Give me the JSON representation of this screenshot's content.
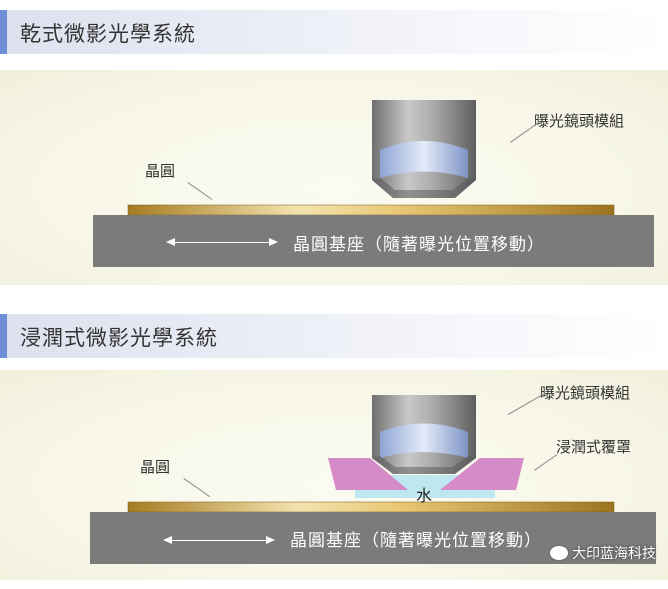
{
  "dry": {
    "title": "乾式微影光學系統",
    "lens_label": "曝光鏡頭模組",
    "wafer_label": "晶圓",
    "stage_label": "晶圓基座（隨著曝光位置移動）"
  },
  "immersion": {
    "title": "浸潤式微影光學系統",
    "lens_label": "曝光鏡頭模組",
    "hood_label": "浸潤式覆罩",
    "wafer_label": "晶圓",
    "water_label": "水",
    "stage_label": "晶圓基座（隨著曝光位置移動）"
  },
  "watermark": "大印蓝海科技",
  "colors": {
    "accent_bar": "#6e8ed6",
    "stage": "#7b7b7b",
    "wafer": "#c89a2e",
    "hood": "#d48bc8",
    "water": "#bfe7ef",
    "lens": "#b9cbee"
  }
}
